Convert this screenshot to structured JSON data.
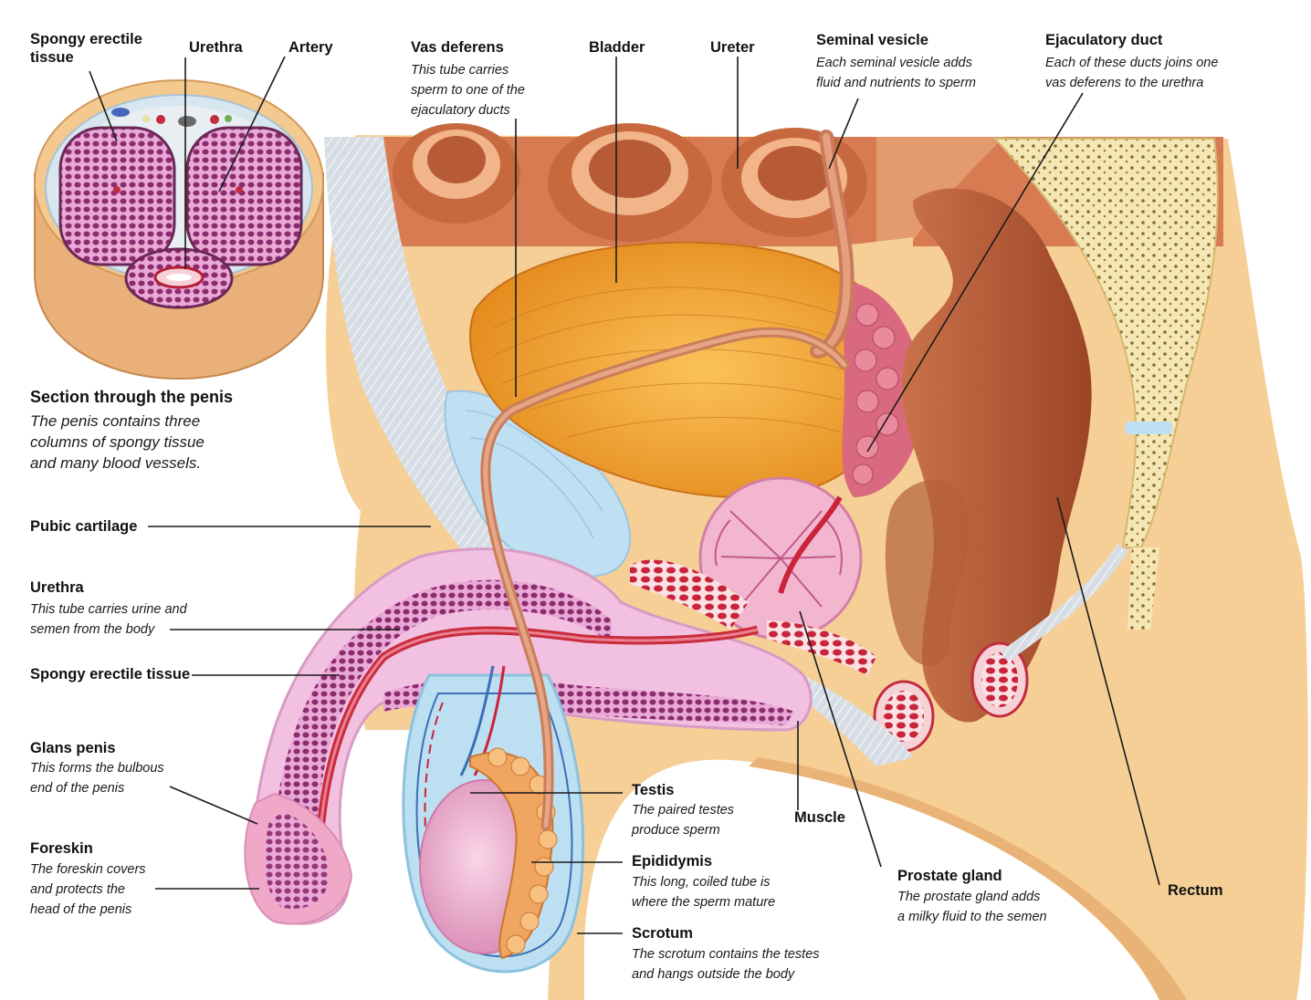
{
  "cross_section": {
    "labels": {
      "spongy_erectile_tissue": "Spongy erectile\ntissue",
      "urethra": "Urethra",
      "artery": "Artery"
    },
    "title": "Section through the penis",
    "description": "The penis contains three\ncolumns of spongy tissue\nand many blood vessels."
  },
  "labels": {
    "vas_deferens": {
      "title": "Vas deferens",
      "desc": "This tube carries\nsperm to one of the\nejaculatory ducts"
    },
    "bladder": {
      "title": "Bladder"
    },
    "ureter": {
      "title": "Ureter"
    },
    "seminal_vesicle": {
      "title": "Seminal vesicle",
      "desc": "Each seminal vesicle adds\nfluid and nutrients to sperm"
    },
    "ejaculatory_duct": {
      "title": "Ejaculatory duct",
      "desc": "Each of these ducts joins one\nvas deferens to the urethra"
    },
    "pubic_cartilage": {
      "title": "Pubic cartilage"
    },
    "urethra": {
      "title": "Urethra",
      "desc": "This tube carries urine and\nsemen from the body"
    },
    "spongy_erectile_tissue": {
      "title": "Spongy erectile tissue"
    },
    "glans_penis": {
      "title": "Glans penis",
      "desc": "This forms the bulbous\nend of the penis"
    },
    "foreskin": {
      "title": "Foreskin",
      "desc": "The foreskin covers\nand protects the\nhead of the penis"
    },
    "testis": {
      "title": "Testis",
      "desc": "The paired testes\nproduce sperm"
    },
    "epididymis": {
      "title": "Epididymis",
      "desc": "This long, coiled tube is\nwhere the sperm mature"
    },
    "scrotum": {
      "title": "Scrotum",
      "desc": "The scrotum contains the testes\nand hangs outside the body"
    },
    "muscle": {
      "title": "Muscle"
    },
    "prostate_gland": {
      "title": "Prostate gland",
      "desc": "The prostate gland adds\na milky fluid to the semen"
    },
    "rectum": {
      "title": "Rectum"
    }
  },
  "colors": {
    "skin": "#f5c98e",
    "skin_dark": "#e6a868",
    "bladder": "#f3a030",
    "cartilage": "#bfe0f2",
    "spongy": "#8a2f6e",
    "spongy_bg": "#e7a6d6",
    "rectum": "#b35a35",
    "prostate": "#f0b2cd",
    "testis": "#f3b5d6",
    "bone": "#f3e6b2",
    "leader": "#1a1a1a"
  }
}
